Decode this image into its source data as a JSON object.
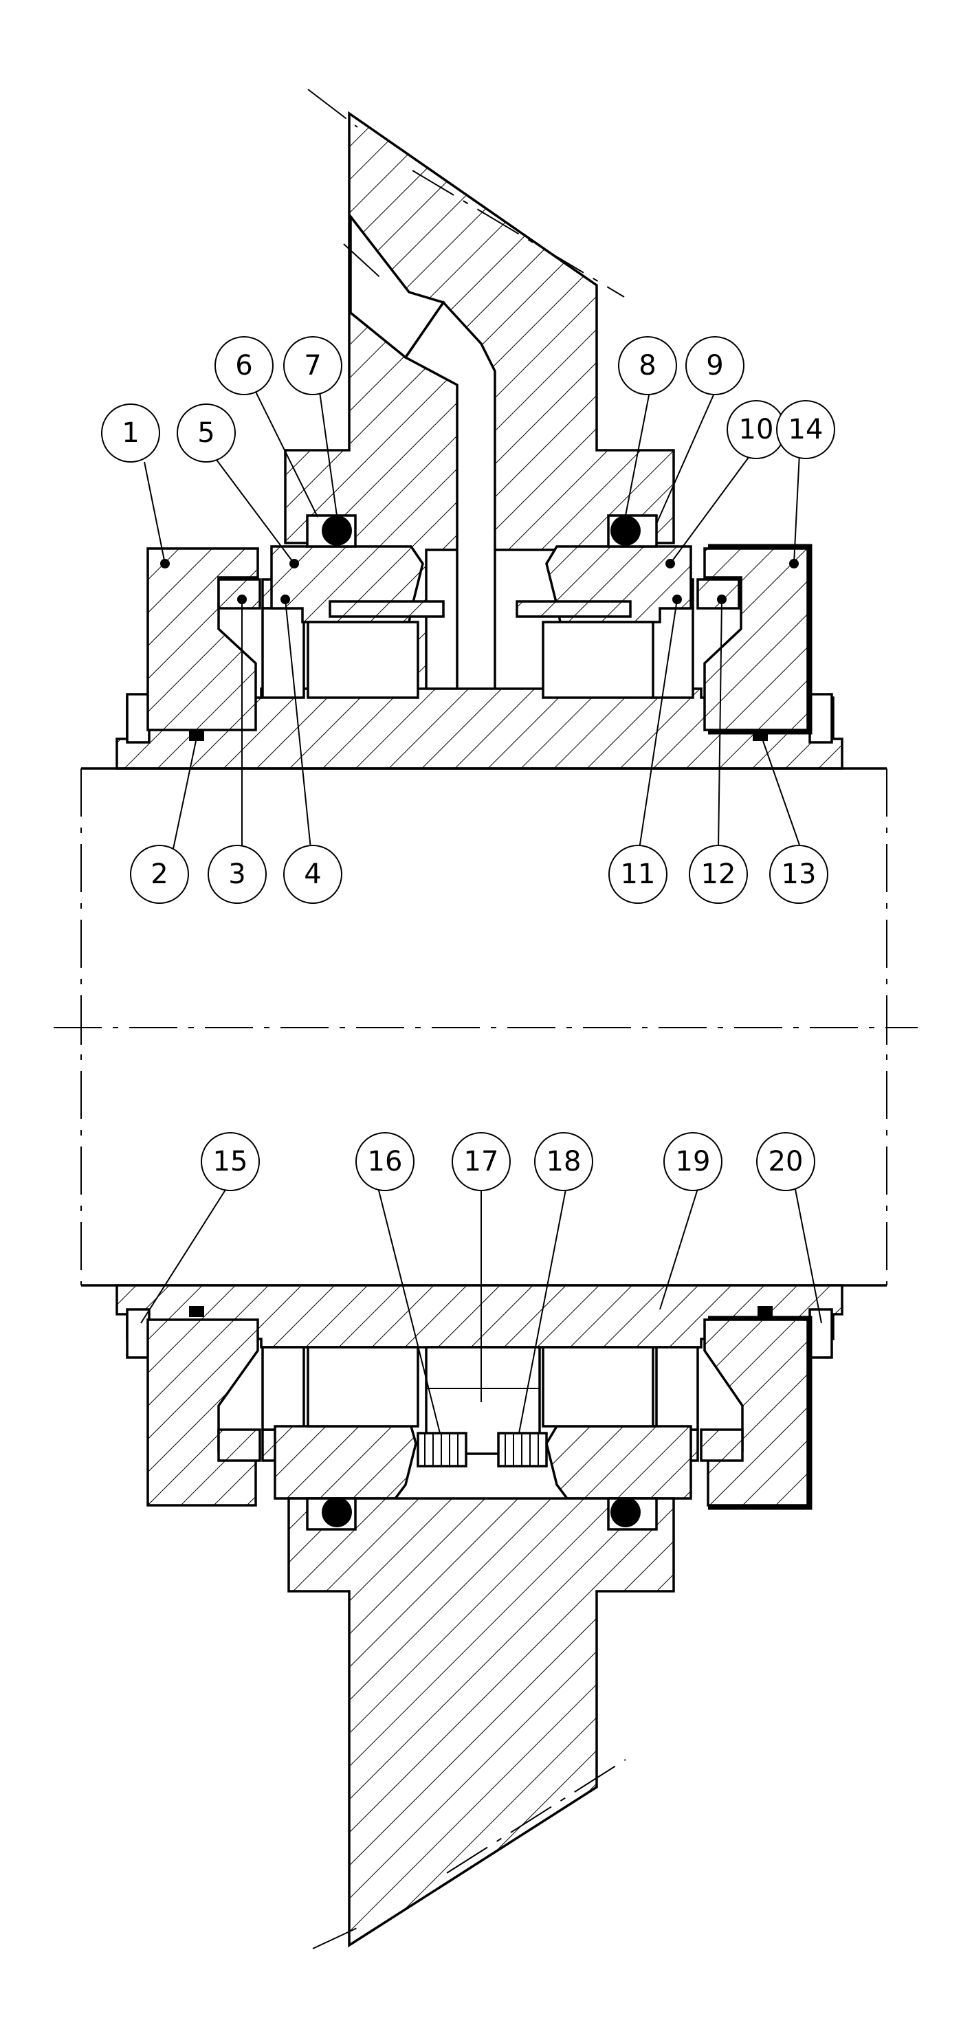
{
  "callouts": [
    {
      "id": "balloon-1",
      "label": "1"
    },
    {
      "id": "balloon-2",
      "label": "2"
    },
    {
      "id": "balloon-3",
      "label": "3"
    },
    {
      "id": "balloon-4",
      "label": "4"
    },
    {
      "id": "balloon-5",
      "label": "5"
    },
    {
      "id": "balloon-6",
      "label": "6"
    },
    {
      "id": "balloon-7",
      "label": "7"
    },
    {
      "id": "balloon-8",
      "label": "8"
    },
    {
      "id": "balloon-9",
      "label": "9"
    },
    {
      "id": "balloon-10",
      "label": "10"
    },
    {
      "id": "balloon-11",
      "label": "11"
    },
    {
      "id": "balloon-12",
      "label": "12"
    },
    {
      "id": "balloon-13",
      "label": "13"
    },
    {
      "id": "balloon-14",
      "label": "14"
    },
    {
      "id": "balloon-15",
      "label": "15"
    },
    {
      "id": "balloon-16",
      "label": "16"
    },
    {
      "id": "balloon-17",
      "label": "17"
    },
    {
      "id": "balloon-18",
      "label": "18"
    },
    {
      "id": "balloon-19",
      "label": "19"
    },
    {
      "id": "balloon-20",
      "label": "20"
    }
  ],
  "colors": {
    "line": "#000000",
    "background": "#ffffff"
  }
}
